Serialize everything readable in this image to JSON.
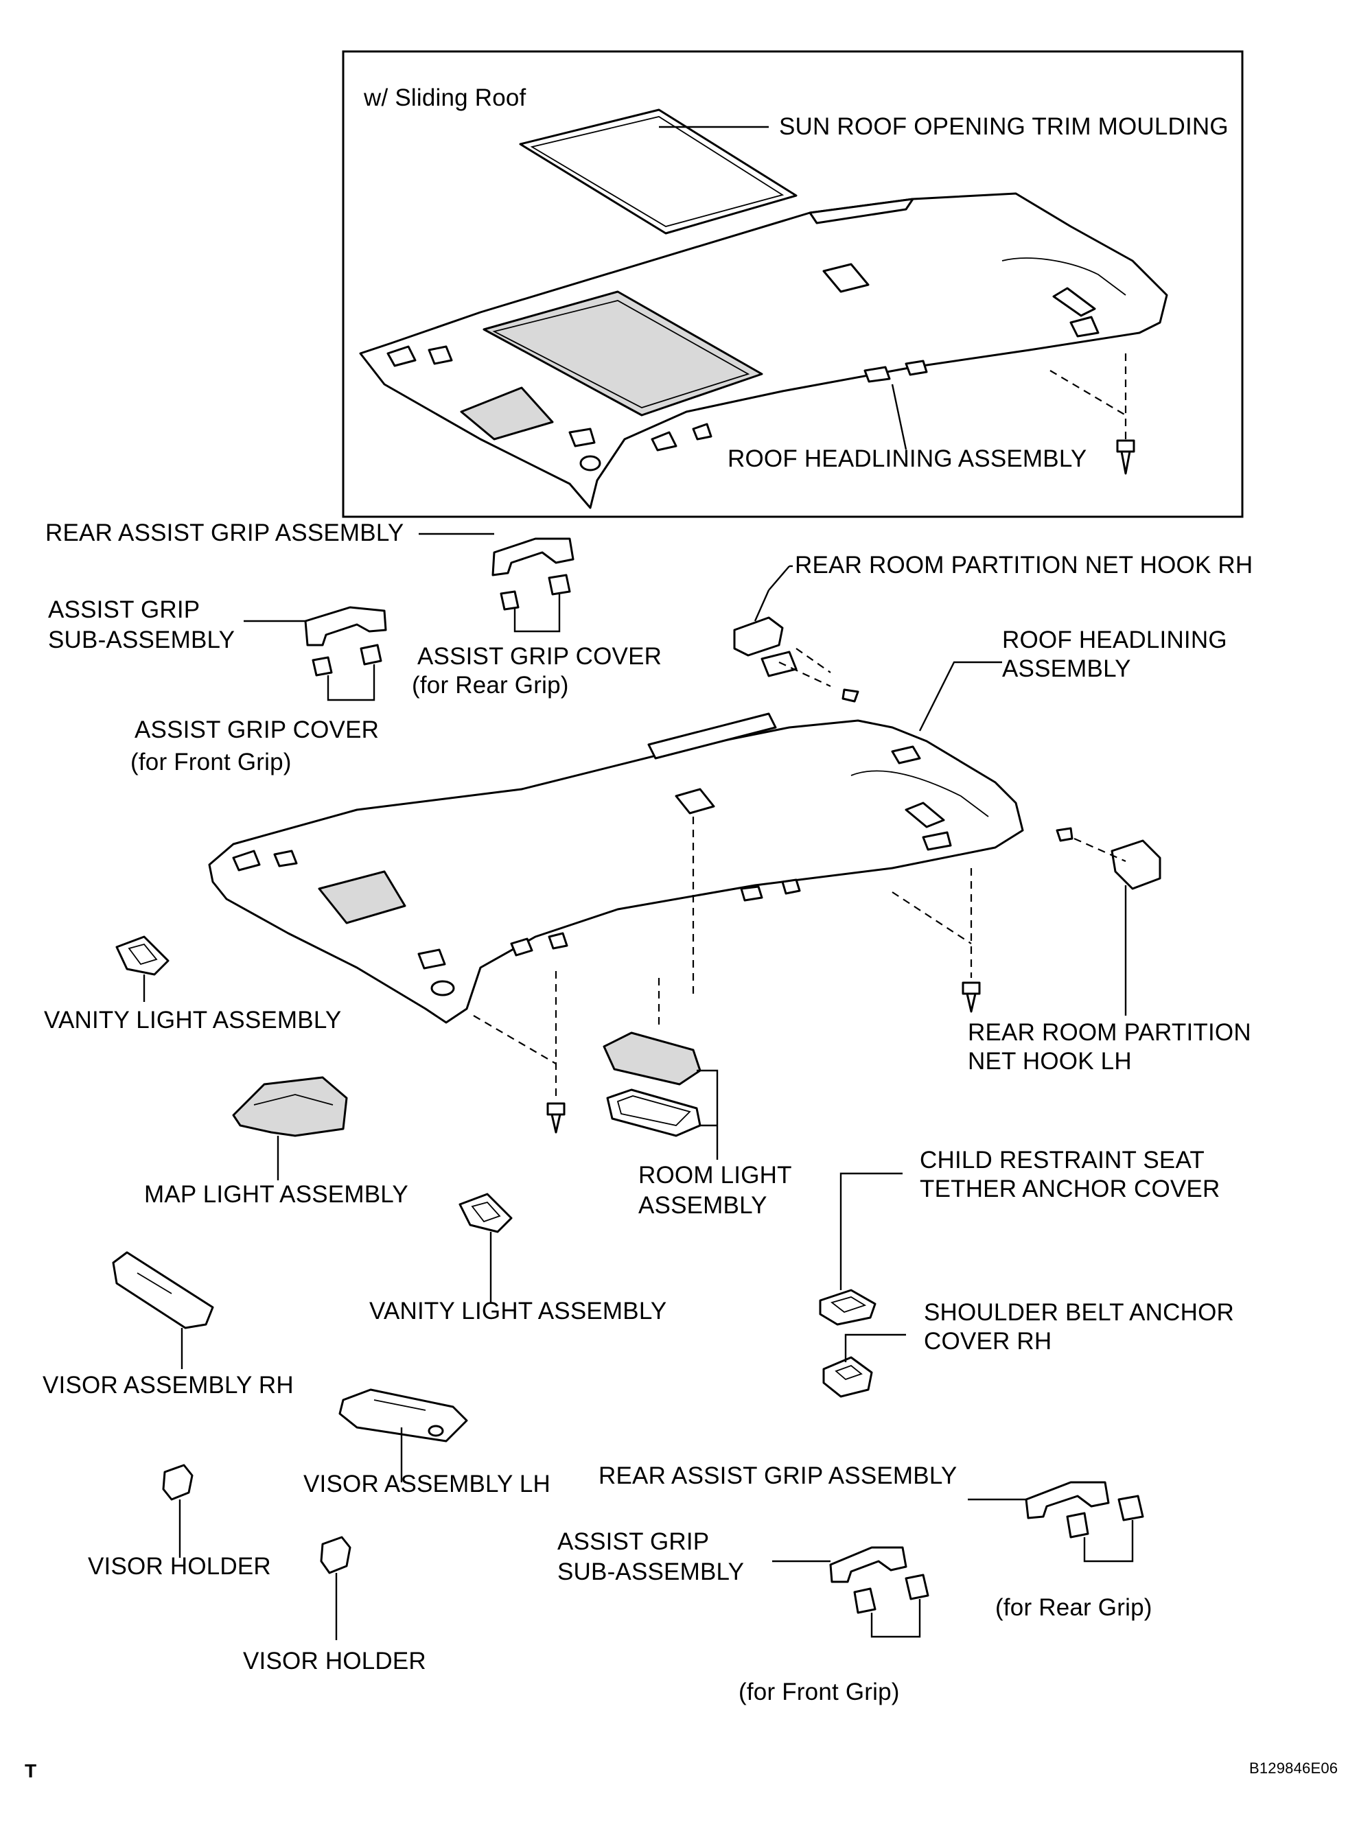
{
  "diagram": {
    "inset_title": "w/ Sliding Roof",
    "labels": {
      "sunroof_trim": "SUN ROOF OPENING TRIM MOULDING",
      "roof_headlining_inset": "ROOF HEADLINING ASSEMBLY",
      "rear_assist_grip_top": "REAR ASSIST GRIP ASSEMBLY",
      "assist_grip_sub_top_1": "ASSIST GRIP",
      "assist_grip_sub_top_2": "SUB-ASSEMBLY",
      "assist_grip_cover_rear_1": "ASSIST GRIP COVER",
      "assist_grip_cover_rear_2": "(for Rear Grip)",
      "assist_grip_cover_front_1": "ASSIST GRIP COVER",
      "assist_grip_cover_front_2": "(for Front Grip)",
      "net_hook_rh": "REAR ROOM PARTITION NET HOOK RH",
      "roof_headlining_main_1": "ROOF HEADLINING",
      "roof_headlining_main_2": "ASSEMBLY",
      "vanity_light_left": "VANITY LIGHT ASSEMBLY",
      "net_hook_lh_1": "REAR ROOM PARTITION",
      "net_hook_lh_2": "NET HOOK LH",
      "map_light": "MAP LIGHT ASSEMBLY",
      "room_light_1": "ROOM LIGHT",
      "room_light_2": "ASSEMBLY",
      "child_restraint_1": "CHILD RESTRAINT SEAT",
      "child_restraint_2": "TETHER ANCHOR COVER",
      "vanity_light_center": "VANITY LIGHT ASSEMBLY",
      "shoulder_belt_1": "SHOULDER BELT ANCHOR",
      "shoulder_belt_2": "COVER RH",
      "visor_rh": "VISOR ASSEMBLY RH",
      "visor_lh": "VISOR ASSEMBLY LH",
      "rear_assist_grip_bottom": "REAR ASSIST GRIP ASSEMBLY",
      "assist_grip_sub_bottom_1": "ASSIST GRIP",
      "assist_grip_sub_bottom_2": "SUB-ASSEMBLY",
      "visor_holder_left": "VISOR HOLDER",
      "for_rear_grip": "(for Rear Grip)",
      "visor_holder_bottom": "VISOR HOLDER",
      "for_front_grip": "(for Front Grip)"
    },
    "corner_mark": "T",
    "figure_code": "B129846E06"
  }
}
